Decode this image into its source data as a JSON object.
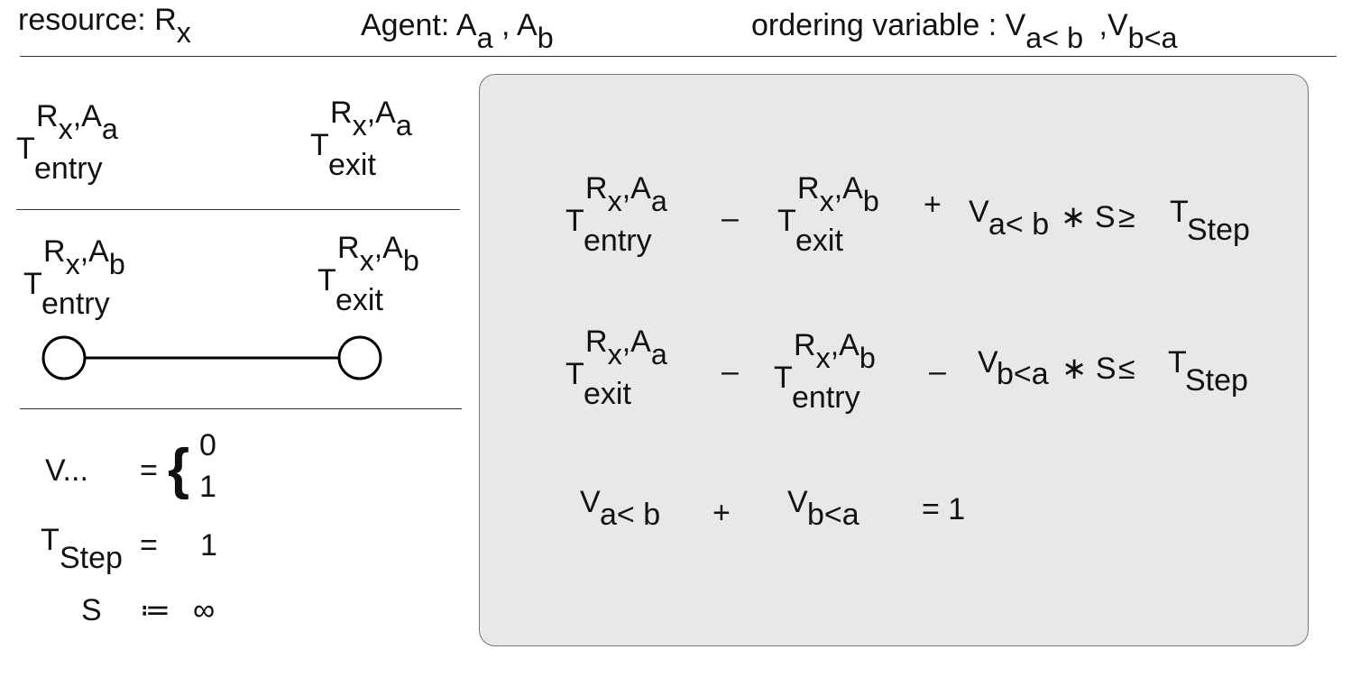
{
  "header": {
    "resource_label": "resource:",
    "resource_main": "R",
    "resource_sub": "x",
    "agent_label": "Agent:",
    "agent_a_main": "A",
    "agent_a_sub": "a",
    "agent_sep": ",",
    "agent_b_main": "A",
    "agent_b_sub": "b",
    "ordering_label": "ordering variable :",
    "v1_main": "V",
    "v1_sub": "a< b",
    "v_sep": ",",
    "v2_main": "V",
    "v2_sub": "b<a"
  },
  "left": {
    "ta_entry": {
      "main": "T",
      "sup_r": "R",
      "sup_x": "x",
      "sup_agent": ",A",
      "sup_agent_sub": "a",
      "sub": "entry"
    },
    "ta_exit": {
      "main": "T",
      "sup_r": "R",
      "sup_x": "x",
      "sup_agent": ",A",
      "sup_agent_sub": "a",
      "sub": "exit"
    },
    "tb_entry": {
      "main": "T",
      "sup_r": "R",
      "sup_x": "x",
      "sup_agent": ",A",
      "sup_agent_sub": "b",
      "sub": "entry"
    },
    "tb_exit": {
      "main": "T",
      "sup_r": "R",
      "sup_x": "x",
      "sup_agent": ",A",
      "sup_agent_sub": "b",
      "sub": "exit"
    },
    "v_def": {
      "lhs": "V...",
      "eq": "=",
      "val0": "0",
      "val1": "1"
    },
    "tstep_def": {
      "main": "T",
      "sub": "Step",
      "eq": "=",
      "value": "1"
    },
    "s_def": {
      "lhs": "S",
      "op": "≔",
      "value": "∞"
    }
  },
  "equations": {
    "eq1": {
      "t1": {
        "main": "T",
        "sup_r": "R",
        "sup_x": "x",
        "sup_agent": ",A",
        "sup_agent_sub": "a",
        "sub": "entry"
      },
      "op1": "–",
      "t2": {
        "main": "T",
        "sup_r": "R",
        "sup_x": "x",
        "sup_agent": ",A",
        "sup_agent_sub": "b",
        "sub": "exit"
      },
      "op2": "+",
      "v_main": "V",
      "v_sub": "a< b",
      "mul": "∗ S",
      "rel": "≥",
      "rhs_main": "T",
      "rhs_sub": "Step"
    },
    "eq2": {
      "t1": {
        "main": "T",
        "sup_r": "R",
        "sup_x": "x",
        "sup_agent": ",A",
        "sup_agent_sub": "a",
        "sub": "exit"
      },
      "op1": "–",
      "t2": {
        "main": "T",
        "sup_r": "R",
        "sup_x": "x",
        "sup_agent": ",A",
        "sup_agent_sub": "b",
        "sub": "entry"
      },
      "op2": "–",
      "v_main": "V",
      "v_sub": "b<a",
      "mul": "∗ S",
      "rel": "≤",
      "rhs_main": "T",
      "rhs_sub": "Step"
    },
    "eq3": {
      "v1_main": "V",
      "v1_sub": "a< b",
      "op": "+",
      "v2_main": "V",
      "v2_sub": "b<a",
      "rhs": "= 1"
    }
  }
}
